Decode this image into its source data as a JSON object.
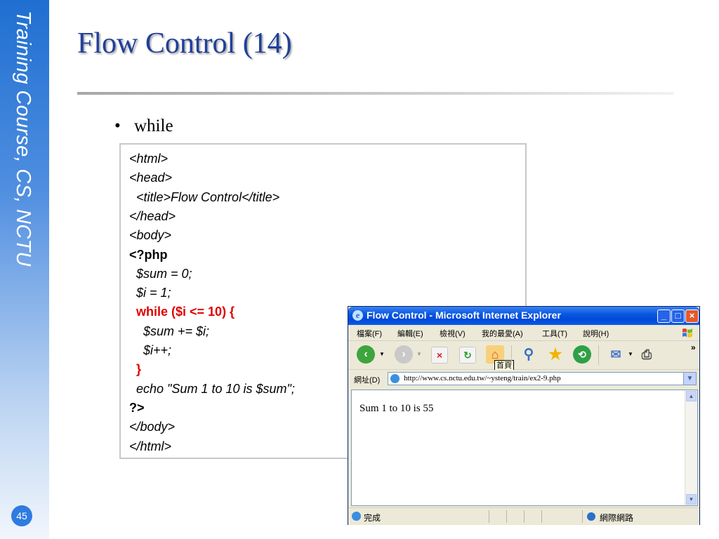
{
  "sidebar": {
    "text": "Training Course, CS, NCTU",
    "page_number": "45"
  },
  "slide": {
    "title": "Flow Control (14)",
    "bullet": "while"
  },
  "code": [
    {
      "text": "<html>",
      "style": "italic"
    },
    {
      "text": "<head>",
      "style": "italic"
    },
    {
      "text": "  <title>Flow Control</title>",
      "style": "italic"
    },
    {
      "text": "</head>",
      "style": "italic"
    },
    {
      "text": "<body>",
      "style": "italic"
    },
    {
      "text": "<?php",
      "style": "bold"
    },
    {
      "text": "  $sum = 0;",
      "style": "italic"
    },
    {
      "text": "  $i = 1;",
      "style": "italic"
    },
    {
      "text": "  while ($i <= 10) {",
      "style": "red"
    },
    {
      "text": "    $sum += $i;",
      "style": "italic"
    },
    {
      "text": "    $i++;",
      "style": "italic"
    },
    {
      "text": "  }",
      "style": "red"
    },
    {
      "text": "  echo \"Sum 1 to 10 is $sum\";",
      "style": "italic"
    },
    {
      "text": "?>",
      "style": "bold"
    },
    {
      "text": "</body>",
      "style": "italic"
    },
    {
      "text": "</html>",
      "style": "italic"
    }
  ],
  "browser": {
    "title": "Flow Control - Microsoft Internet Explorer",
    "menu": [
      "檔案(F)",
      "編輯(E)",
      "檢視(V)",
      "我的最愛(A)",
      "工具(T)",
      "說明(H)"
    ],
    "tooltip": "首頁",
    "address_label": "網址(D)",
    "url": "http://www.cs.nctu.edu.tw/~ysteng/train/ex2-9.php",
    "page_content": "Sum 1 to 10 is 55",
    "status": "完成",
    "zone": "網際網路",
    "chevron": "»"
  }
}
